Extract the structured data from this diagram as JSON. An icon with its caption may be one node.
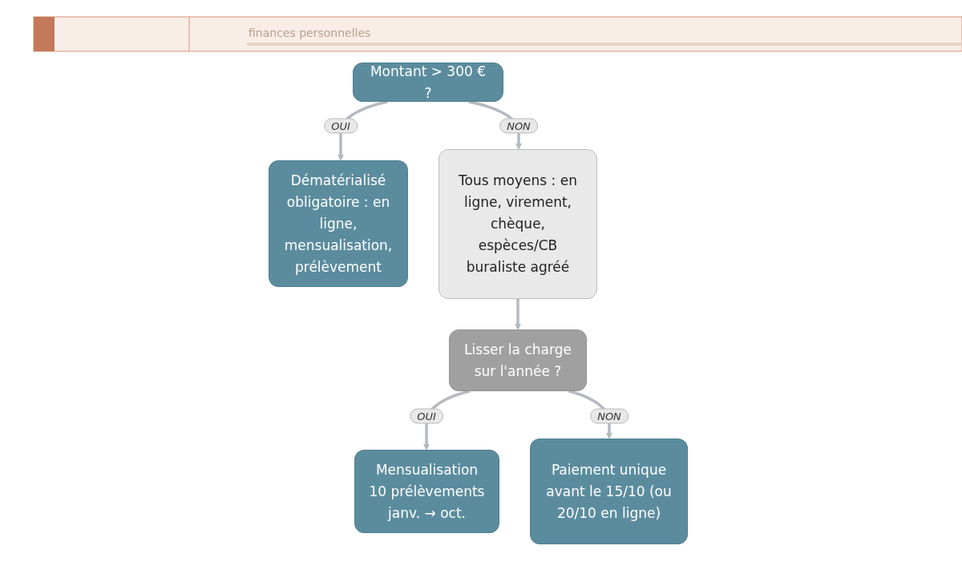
{
  "diagram": {
    "nodes": [
      {
        "text": [
          "Montant > 300 € ?"
        ]
      },
      {
        "text": [
          "Dématérialisé obligatoire : en ligne, mensualisation, prélèvement"
        ]
      },
      {
        "text": [
          "Tous moyens : en ligne, virement, chèque, espèces/CB buraliste agréé"
        ]
      },
      {
        "text": [
          "Lisser la charge sur l'année ?"
        ]
      },
      {
        "text": [
          "Mensualisation 10 prélèvements janv. → oct."
        ]
      },
      {
        "text": [
          "Paiement unique avant le 15/10 (ou 20/10 en ligne)"
        ]
      }
    ],
    "edges": [
      {
        "from": 0,
        "to": 1,
        "label": "OUI",
        "arrow": "to"
      },
      {
        "from": 0,
        "to": 2,
        "label": "NON",
        "arrow": "to"
      },
      {
        "from": 2,
        "to": 3,
        "arrow": "to"
      },
      {
        "from": 3,
        "to": 4,
        "label": "OUI",
        "arrow": "to"
      },
      {
        "from": 3,
        "to": 5,
        "label": "NON",
        "arrow": "to"
      }
    ],
    "labels": [
      "finances personnelles"
    ]
  }
}
